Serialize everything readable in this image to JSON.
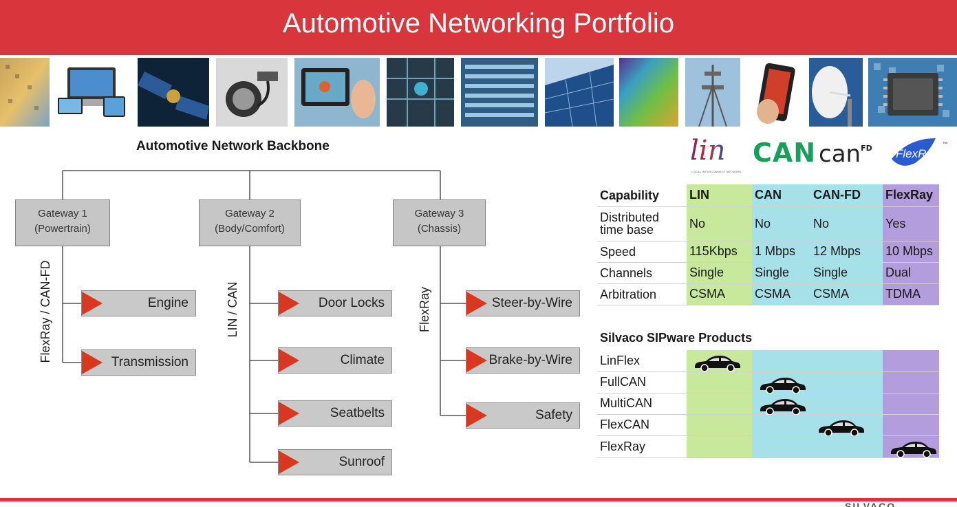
{
  "header": {
    "title": "Automotive Networking Portfolio"
  },
  "photo_strip": [
    {
      "name": "chip-wafer-photo"
    },
    {
      "name": "devices-photo"
    },
    {
      "name": "satellite-photo"
    },
    {
      "name": "car-charging-photo"
    },
    {
      "name": "camera-display-photo"
    },
    {
      "name": "circuit-board-photo"
    },
    {
      "name": "server-racks-photo"
    },
    {
      "name": "solar-panels-photo"
    },
    {
      "name": "rainbow-wafer-photo"
    },
    {
      "name": "cell-tower-photo"
    },
    {
      "name": "smartphone-photo"
    },
    {
      "name": "satellite-dish-photo"
    },
    {
      "name": "ic-chip-photo"
    }
  ],
  "diagram": {
    "title": "Automotive Network Backbone",
    "gateways": [
      {
        "line1": "Gateway 1",
        "line2": "(Powertrain)",
        "bus": "FlexRay / CAN-FD",
        "leaves": [
          "Engine",
          "Transmission"
        ]
      },
      {
        "line1": "Gateway 2",
        "line2": "(Body/Comfort)",
        "bus": "LIN / CAN",
        "leaves": [
          "Door Locks",
          "Climate",
          "Seatbelts",
          "Sunroof"
        ]
      },
      {
        "line1": "Gateway 3",
        "line2": "(Chassis)",
        "bus": "FlexRay",
        "leaves": [
          "Steer-by-Wire",
          "Brake-by-Wire",
          "Safety"
        ]
      }
    ]
  },
  "logos": {
    "lin": "lin",
    "lin_sub": "LOCAL INTERCONNECT NETWORK",
    "can": "CAN",
    "canfd": "can",
    "canfd_sup": "FD",
    "flexray": "FlexRay",
    "flexray_tm": "™"
  },
  "capability_table": {
    "headers": [
      "Capability",
      "LIN",
      "CAN",
      "CAN-FD",
      "FlexRay"
    ],
    "rows": [
      {
        "label_line1": "Distributed",
        "label_line2": "time base",
        "values": [
          "No",
          "No",
          "No",
          "Yes"
        ]
      },
      {
        "label": "Speed",
        "values": [
          "115Kbps",
          "1 Mbps",
          "12 Mbps",
          "10 Mbps"
        ]
      },
      {
        "label": "Channels",
        "values": [
          "Single",
          "Single",
          "Single",
          "Dual"
        ]
      },
      {
        "label": "Arbitration",
        "values": [
          "CSMA",
          "CSMA",
          "CSMA",
          "TDMA"
        ]
      }
    ]
  },
  "products": {
    "title": "Silvaco SIPware Products",
    "rows": [
      {
        "label": "LinFlex",
        "column": "LIN"
      },
      {
        "label": "FullCAN",
        "column": "CAN"
      },
      {
        "label": "MultiCAN",
        "column": "CAN"
      },
      {
        "label": "FlexCAN",
        "column": "CAN-FD"
      },
      {
        "label": "FlexRay",
        "column": "FlexRay"
      }
    ]
  },
  "colors": {
    "brand_red": "#d9353d",
    "arrow_red": "#d9381e",
    "lin_green": "#c8e89c",
    "can_cyan": "#a6e1ea",
    "flexray_purple": "#b49ddd",
    "gateway_gray": "#c6c6c6"
  },
  "footer": {
    "logo": "SILVACO"
  }
}
